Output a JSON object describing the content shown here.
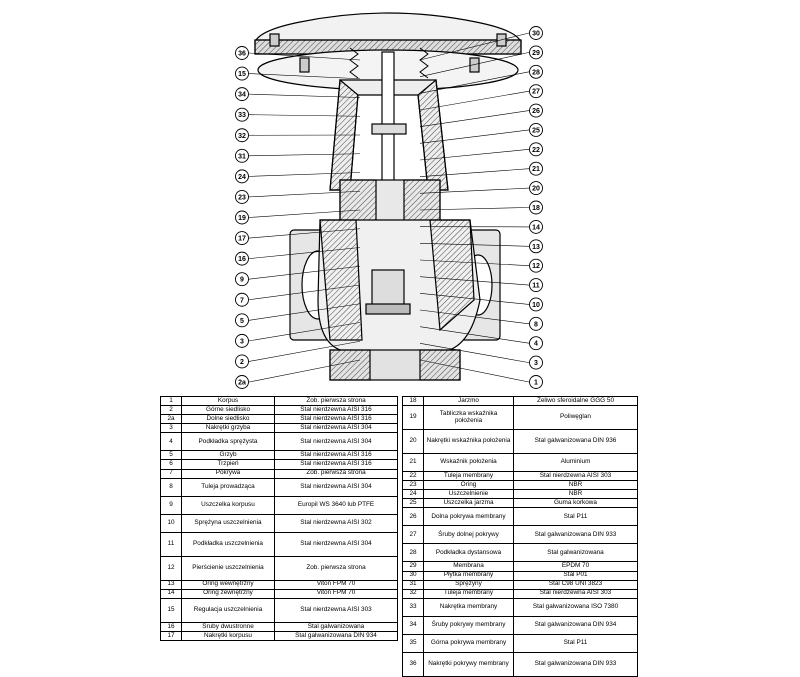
{
  "diagram": {
    "callouts_left": [
      "36",
      "15",
      "34",
      "33",
      "32",
      "31",
      "24",
      "23",
      "19",
      "17",
      "16",
      "9",
      "7",
      "5",
      "3",
      "2",
      "2a"
    ],
    "callouts_right": [
      "30",
      "29",
      "28",
      "27",
      "26",
      "25",
      "22",
      "21",
      "20",
      "18",
      "14",
      "13",
      "12",
      "11",
      "10",
      "8",
      "4",
      "3",
      "1"
    ]
  },
  "parts_left": [
    {
      "no": "1",
      "name": "Korpus",
      "material": "Zob. pierwsza strona"
    },
    {
      "no": "2",
      "name": "Górne siedlisko",
      "material": "Stal nierdzewna AISI 316"
    },
    {
      "no": "2a",
      "name": "Dolne siedlisko",
      "material": "Stal nierdzewna AISI 316"
    },
    {
      "no": "3",
      "name": "Nakrętki grzyba",
      "material": "Stal nierdzewna AISI 304"
    },
    {
      "no": "4",
      "name": "Podkładka sprężysta",
      "material": "Stal nierdzewna AISI 304"
    },
    {
      "no": "5",
      "name": "Grzyb",
      "material": "Stal nierdzewna AISI 316"
    },
    {
      "no": "6",
      "name": "Trzpień",
      "material": "Stal nierdzewna AISI 316"
    },
    {
      "no": "7",
      "name": "Pokrywa",
      "material": "Zob. pierwsza strona"
    },
    {
      "no": "8",
      "name": "Tuleja prowadząca",
      "material": "Stal nierdzewna AISI 304"
    },
    {
      "no": "9",
      "name": "Uszczelka korpusu",
      "material": "Europil WS 3640 lub PTFE"
    },
    {
      "no": "10",
      "name": "Sprężyna uszczelnienia",
      "material": "Stal nierdzewna AISI 302"
    },
    {
      "no": "11",
      "name": "Podkładka uszczelnienia",
      "material": "Stal nierdzewna AISI 304"
    },
    {
      "no": "12",
      "name": "Pierścienie uszczelnienia",
      "material": "Zob. pierwsza strona"
    },
    {
      "no": "13",
      "name": "Oring wewnętrzny",
      "material": "Viton FPM 70"
    },
    {
      "no": "14",
      "name": "Oring zewnętrzny",
      "material": "Viton FPM 70"
    },
    {
      "no": "15",
      "name": "Regulacja uszczelnienia",
      "material": "Stal nierdzewna AISI 303"
    },
    {
      "no": "16",
      "name": "Śruby dwustronne",
      "material": "Stal galwanizowana"
    },
    {
      "no": "17",
      "name": "Nakrętki korpusu",
      "material": "Stal galwanizowana DIN 934"
    }
  ],
  "parts_right": [
    {
      "no": "18",
      "name": "Jarzmo",
      "material": "Żeliwo sferoidalne GGG 50"
    },
    {
      "no": "19",
      "name": "Tabliczka wskaźnika położenia",
      "material": "Poliwęglan"
    },
    {
      "no": "20",
      "name": "Nakrętki wskaźnika położenia",
      "material": "Stal galwanizowana DIN 936"
    },
    {
      "no": "21",
      "name": "Wskaźnik położenia",
      "material": "Aluminium"
    },
    {
      "no": "22",
      "name": "Tuleja membrany",
      "material": "Stal nierdzewna AISI 303"
    },
    {
      "no": "23",
      "name": "Oring",
      "material": "NBR"
    },
    {
      "no": "24",
      "name": "Uszczelnienie",
      "material": "NBR"
    },
    {
      "no": "25",
      "name": "Uszczelka jarzma",
      "material": "Guma korkowa"
    },
    {
      "no": "26",
      "name": "Dolna pokrywa membrany",
      "material": "Stal P11"
    },
    {
      "no": "27",
      "name": "Śruby dolnej pokrywy",
      "material": "Stal galwanizowana DIN 933"
    },
    {
      "no": "28",
      "name": "Podkładka dystansowa",
      "material": "Stal galwanizowana"
    },
    {
      "no": "29",
      "name": "Membrana",
      "material": "EPDM 70"
    },
    {
      "no": "30",
      "name": "Płytka membrany",
      "material": "Stal P01"
    },
    {
      "no": "31",
      "name": "Sprężyny",
      "material": "Stal C98 UNI 3823"
    },
    {
      "no": "32",
      "name": "Tuleja membrany",
      "material": "Stal nierdzewna AISI 303"
    },
    {
      "no": "33",
      "name": "Nakrętka membrany",
      "material": "Stal galwanizowana ISO 7380"
    },
    {
      "no": "34",
      "name": "Śruby pokrywy membrany",
      "material": "Stal galwanizowana DIN 934"
    },
    {
      "no": "35",
      "name": "Górna pokrywa membrany",
      "material": "Stal P11"
    },
    {
      "no": "36",
      "name": "Nakrętki pokrywy membrany",
      "material": "Stal galwanizowana DIN 933"
    }
  ]
}
